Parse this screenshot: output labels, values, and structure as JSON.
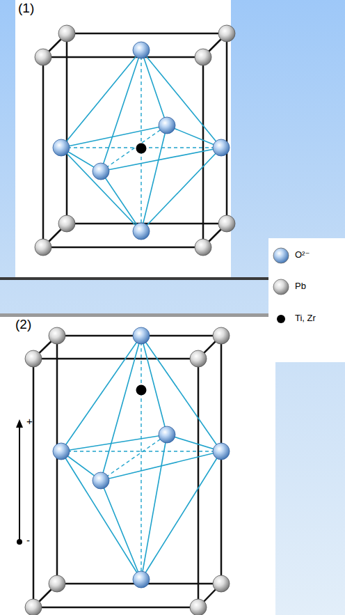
{
  "diagram": {
    "labels": [
      "(1)",
      "(2)",
      "+",
      "-"
    ],
    "legend": [
      {
        "text": "O²⁻"
      },
      {
        "text": "Pb"
      },
      {
        "text": "Ti, Zr"
      }
    ]
  }
}
